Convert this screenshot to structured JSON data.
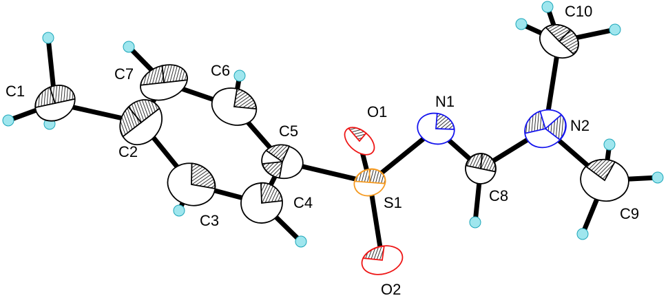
{
  "molecule": {
    "colors": {
      "carbon": "#000000",
      "hydrogen_fill": "#9fe6ee",
      "nitrogen": "#1515ee",
      "oxygen": "#ee1515",
      "sulfur": "#f59a21",
      "bond": "#000000"
    },
    "labels": {
      "C1": "C1",
      "C2": "C2",
      "C3": "C3",
      "C4": "C4",
      "C5": "C5",
      "C6": "C6",
      "C7": "C7",
      "C8": "C8",
      "C9": "C9",
      "C10": "C10",
      "N1": "N1",
      "N2": "N2",
      "O1": "O1",
      "O2": "O2",
      "S1": "S1"
    }
  }
}
